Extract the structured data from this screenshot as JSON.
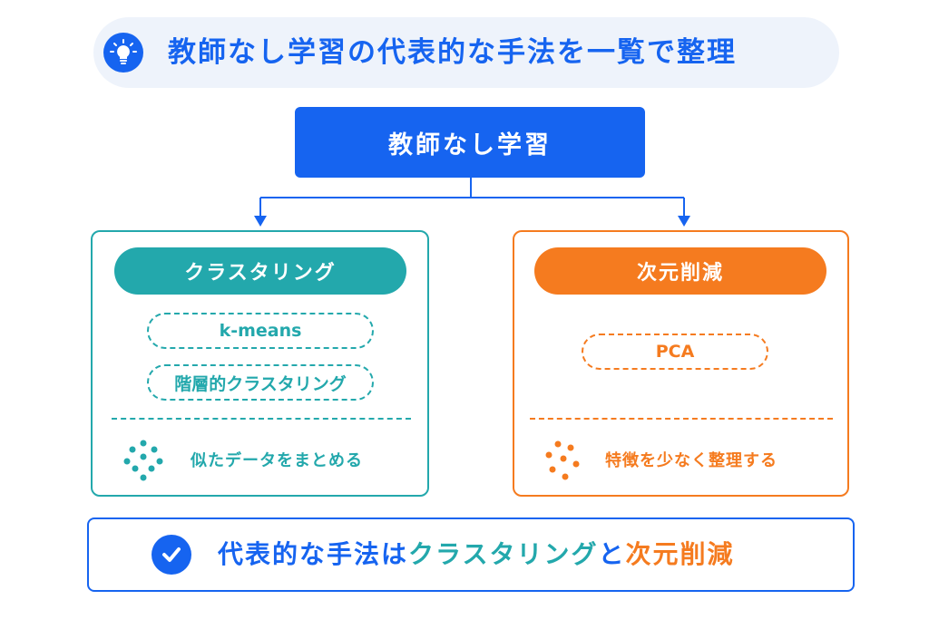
{
  "header": {
    "title": "教師なし学習の代表的な手法を一覧で整理",
    "icon": "lightbulb-icon"
  },
  "root": {
    "label": "教師なし学習"
  },
  "categories": [
    {
      "name": "クラスタリング",
      "methods": [
        "k-means",
        "階層的クラスタリング"
      ],
      "description": "似たデータをまとめる",
      "icon": "dot-cluster-icon",
      "color": "#23a8ac"
    },
    {
      "name": "次元削減",
      "methods": [
        "PCA"
      ],
      "description": "特徴を少なく整理する",
      "icon": "dot-reduce-icon",
      "color": "#f57b1f"
    }
  ],
  "conclusion": {
    "icon": "check-circle-icon",
    "part1": "代表的な手法は",
    "part2": "クラスタリング",
    "part3": "と",
    "part4": "次元削減"
  },
  "colors": {
    "primary": "#1664f0",
    "teal": "#23a8ac",
    "orange": "#f57b1f",
    "banner_bg": "#eef3fb"
  }
}
